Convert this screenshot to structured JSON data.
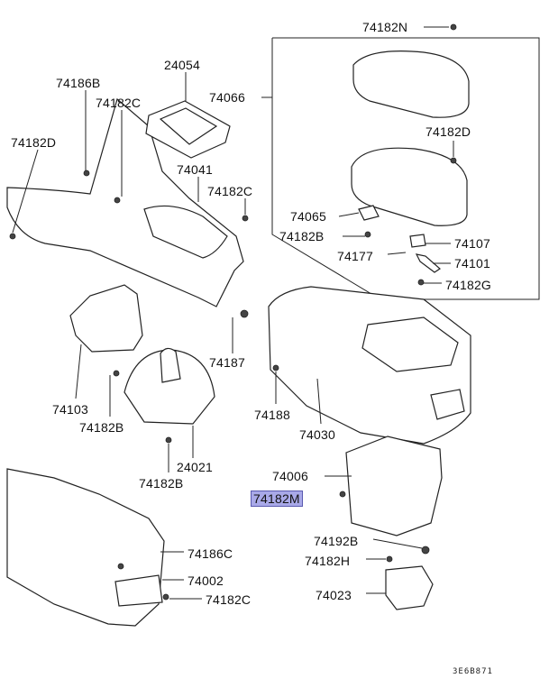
{
  "labels": {
    "p74182N": "74182N",
    "p74054": "24054",
    "p74186B": "74186B",
    "p74182C_a": "74182C",
    "p74066": "74066",
    "p74182D_a": "74182D",
    "p74182D_b": "74182D",
    "p74041": "74041",
    "p74182C_b": "74182C",
    "p74065": "74065",
    "p74182B_a": "74182B",
    "p74107": "74107",
    "p74177": "74177",
    "p74101": "74101",
    "p74182G": "74182G",
    "p74187": "74187",
    "p74103": "74103",
    "p74182B_b": "74182B",
    "p74188": "74188",
    "p74030": "74030",
    "p24021": "24021",
    "p74182B_c": "74182B",
    "p74006": "74006",
    "p74182M": "74182M",
    "p74192B": "74192B",
    "p74182H": "74182H",
    "p74186C": "74186C",
    "p74002": "74002",
    "p74023": "74023",
    "p74182C_c": "74182C"
  },
  "drawing_code": "3E6B871",
  "highlight_color": "#a9a9e8"
}
